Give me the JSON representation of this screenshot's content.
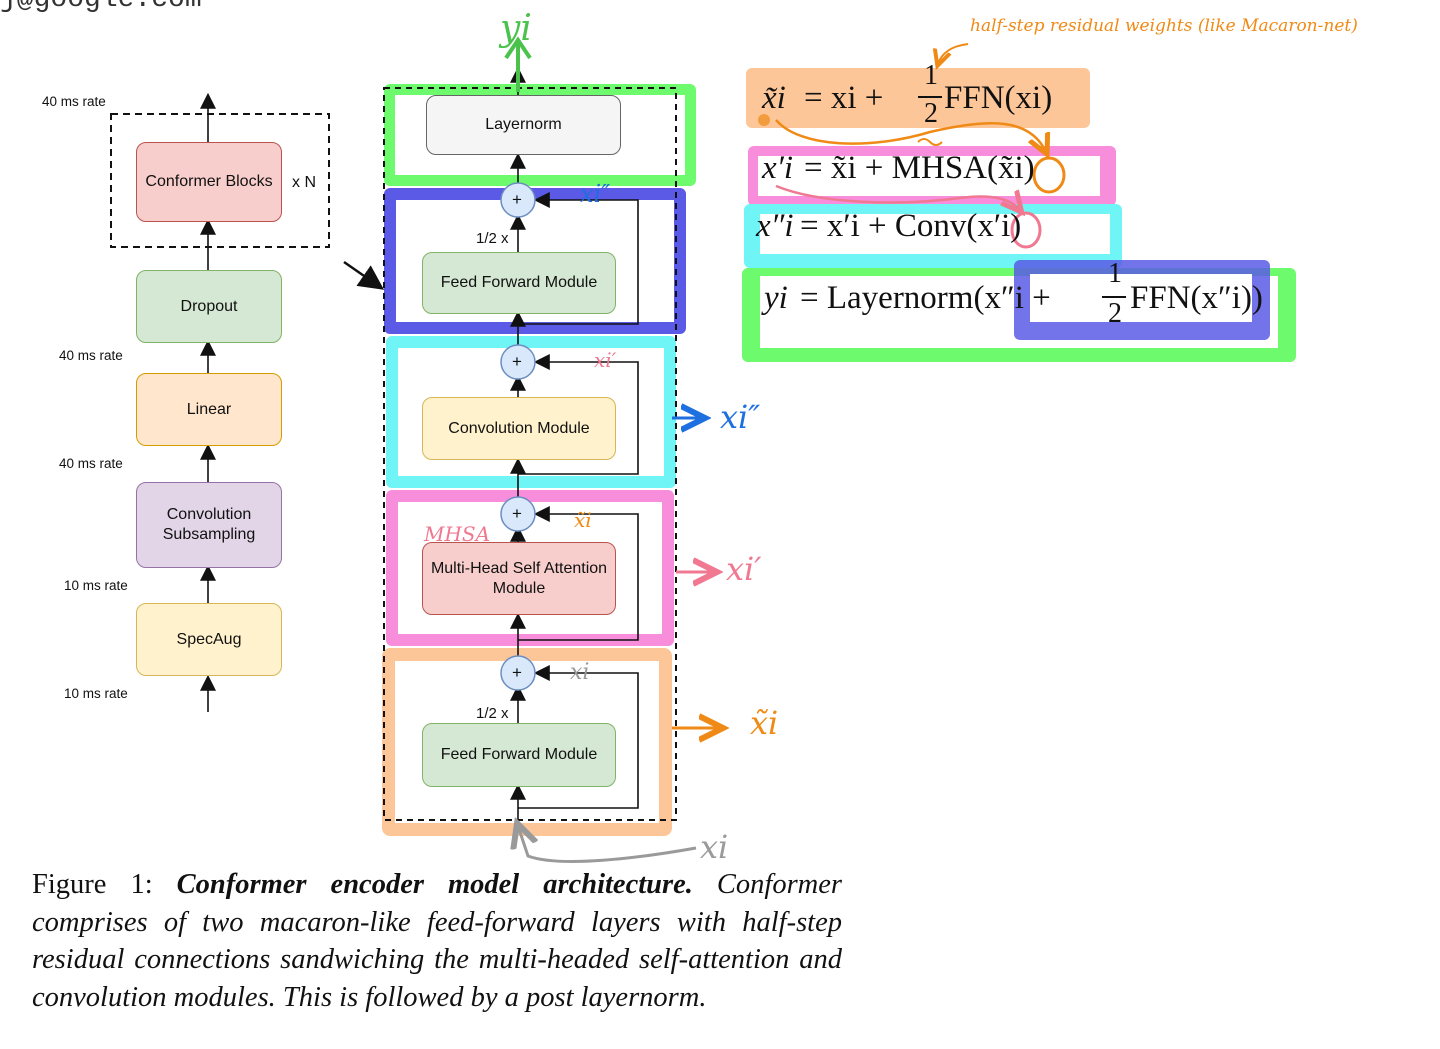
{
  "email_fragment": "j@google.com",
  "left_stack": {
    "blocks": [
      {
        "key": "conformer",
        "label": "Conformer Blocks",
        "fill": "#f8cecc",
        "stroke": "#b85450"
      },
      {
        "key": "dropout",
        "label": "Dropout",
        "fill": "#d5e8d4",
        "stroke": "#82b366"
      },
      {
        "key": "linear",
        "label": "Linear",
        "fill": "#ffe6cc",
        "stroke": "#d79b00"
      },
      {
        "key": "convsub",
        "label": "Convolution Subsampling",
        "fill": "#e1d5e7",
        "stroke": "#9673a6"
      },
      {
        "key": "specaug",
        "label": "SpecAug",
        "fill": "#fff2cc",
        "stroke": "#d6b656"
      }
    ],
    "repeat_label": "x N",
    "rates": [
      "40 ms rate",
      "40 ms rate",
      "40 ms rate",
      "10 ms rate",
      "10 ms rate"
    ]
  },
  "block_detail": {
    "modules": [
      {
        "key": "layernorm",
        "label": "Layernorm",
        "fill": "#f5f5f5",
        "stroke": "#666666"
      },
      {
        "key": "ffn_top",
        "label": "Feed Forward Module",
        "fill": "#d5e8d4",
        "stroke": "#82b366"
      },
      {
        "key": "conv",
        "label": "Convolution Module",
        "fill": "#fff2cc",
        "stroke": "#d6b656"
      },
      {
        "key": "mhsa",
        "label": "Multi-Head Self Attention Module",
        "fill": "#f8cecc",
        "stroke": "#b85450"
      },
      {
        "key": "ffn_bottom",
        "label": "Feed Forward Module",
        "fill": "#d5e8d4",
        "stroke": "#82b366"
      }
    ],
    "plus": "+",
    "half_labels": [
      "1/2 x",
      "1/2 x"
    ]
  },
  "annotations": {
    "y_i": "yi",
    "x_i_bottom": "xi",
    "x_tilde_right": "x̃i",
    "x_prime_right": "xi′",
    "x_dprime_right": "xi″",
    "mhsa_note": "MHSA",
    "side_xi": "xi",
    "side_xtilde": "x̃i",
    "side_xprime": "xi′",
    "side_xdprime": "xi″",
    "half_step_note": "half-step residual weights (like Macaron-net)"
  },
  "colors": {
    "green": "#6dfb6d",
    "blue": "#5a5ae6",
    "cyan": "#6ff5f5",
    "pink": "#f78ddb",
    "orange": "#fcc699",
    "hand_orange": "#f08a16",
    "hand_blue": "#1e6fe0",
    "hand_pink": "#f07890",
    "hand_green": "#4bc24b",
    "hand_gray": "#9a9a9a"
  },
  "equations": [
    {
      "lhs": "x̃i",
      "rhs_a": "= xi +",
      "frac": [
        "1",
        "2"
      ],
      "rhs_b": "FFN(xi)"
    },
    {
      "lhs": "x′i",
      "rhs_a": "= x̃i + MHSA(x̃i)"
    },
    {
      "lhs": "x″i",
      "rhs_a": "= x′i + Conv(x′i)"
    },
    {
      "lhs": "yi",
      "rhs_a": "= Layernorm(x″i +",
      "frac": [
        "1",
        "2"
      ],
      "rhs_b": "FFN(x″i))"
    }
  ],
  "caption": {
    "prefix": "Figure 1: ",
    "title": "Conformer encoder model architecture.",
    "body": " Conformer comprises of two macaron-like feed-forward layers with half-step residual connections sandwiching the multi-headed self-attention and convolution modules. This is followed by a post layernorm."
  }
}
